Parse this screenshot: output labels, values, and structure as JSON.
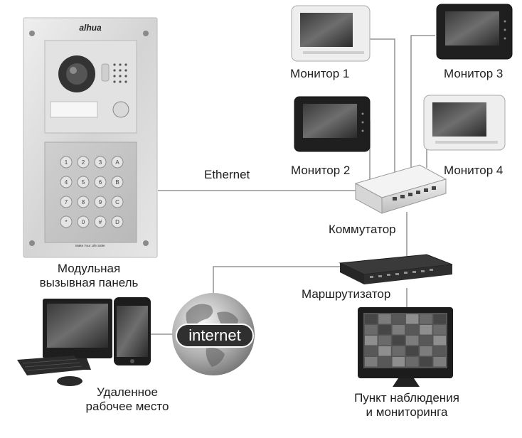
{
  "panel": {
    "brand": "alhua",
    "slogan": "Make Your Life Safer",
    "label_line1": "Модульная",
    "label_line2": "вызывная панель",
    "keypad_keys": [
      "1",
      "2",
      "3",
      "A",
      "4",
      "5",
      "6",
      "B",
      "7",
      "8",
      "9",
      "C",
      "*",
      "0",
      "#",
      "D"
    ]
  },
  "connection": {
    "ethernet_label": "Ethernet"
  },
  "monitors": [
    {
      "label": "Монитор 1",
      "style": "white"
    },
    {
      "label": "Монитор 2",
      "style": "black"
    },
    {
      "label": "Монитор 3",
      "style": "black"
    },
    {
      "label": "Монитор 4",
      "style": "white"
    }
  ],
  "switch": {
    "label": "Коммутатор"
  },
  "router": {
    "label": "Маршрутизатор"
  },
  "internet": {
    "label": "internet"
  },
  "remote": {
    "label_line1": "Удаленное",
    "label_line2": "рабочее место"
  },
  "monitoring": {
    "label_line1": "Пункт наблюдения",
    "label_line2": "и мониторинга"
  },
  "colors": {
    "line": "#7f7f7f",
    "panel_metal": "#d8d8d8",
    "device_dark": "#1f1f1f"
  }
}
